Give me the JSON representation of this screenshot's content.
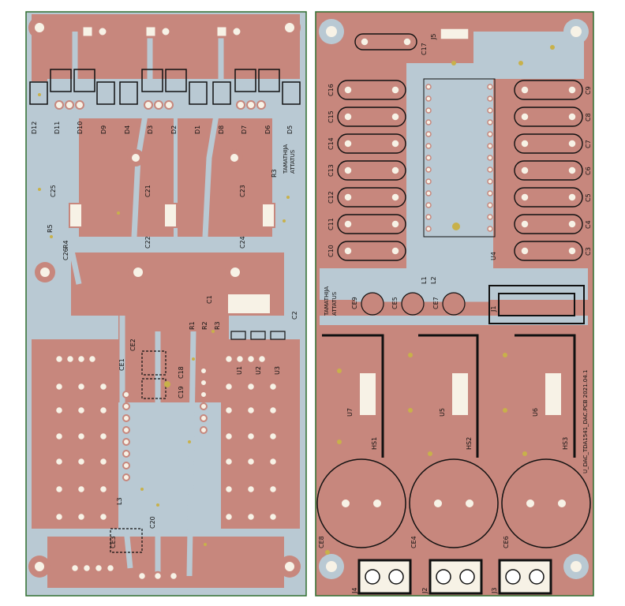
{
  "colors": {
    "copper": "#c7877d",
    "substrate": "#b9c9d3",
    "pad": "#f7f2e6",
    "drill": "#c8b14a",
    "silkscreen": "#111111",
    "outline": "#2f6e2f"
  },
  "left_board": {
    "labels": {
      "diodes": [
        "D12",
        "D11",
        "D10",
        "D9",
        "D4",
        "D3",
        "D2",
        "D1",
        "D8",
        "D7",
        "D6",
        "D5"
      ],
      "caps_top": [
        "C25",
        "C21",
        "C23",
        "C22",
        "C24",
        "C26"
      ],
      "resistors_top": [
        "R5",
        "R4",
        "R3"
      ],
      "middle": [
        "C1",
        "R1",
        "R2",
        "R3",
        "C2",
        "U1",
        "U2",
        "U3",
        "CE1",
        "CE2",
        "C19",
        "C18"
      ],
      "bottom": [
        "L3",
        "C20",
        "CE3"
      ],
      "logo": [
        "TAMATHIJA",
        "ATTATUS"
      ]
    }
  },
  "right_board": {
    "labels": {
      "caps_left": [
        "C16",
        "C15",
        "C14",
        "C13",
        "C12",
        "C11",
        "C10"
      ],
      "caps_right": [
        "C9",
        "C8",
        "C7",
        "C6",
        "C5",
        "C4",
        "C3"
      ],
      "top": [
        "C17",
        "J5"
      ],
      "middle": [
        "U4",
        "L1",
        "L2",
        "CE9",
        "CE5",
        "CE7",
        "J1"
      ],
      "regulators": [
        "U7",
        "U5",
        "U6"
      ],
      "heatsinks": [
        "HS1",
        "HS2",
        "HS3"
      ],
      "electrolytics": [
        "CE8",
        "CE4",
        "CE6"
      ],
      "connectors": [
        "J4",
        "J2",
        "J3"
      ],
      "side_text": "U_DAC_TDA1541_DAC.PCB 2021.04.1",
      "logo": [
        "TAMATHIJA",
        "ATTATUS"
      ]
    }
  }
}
